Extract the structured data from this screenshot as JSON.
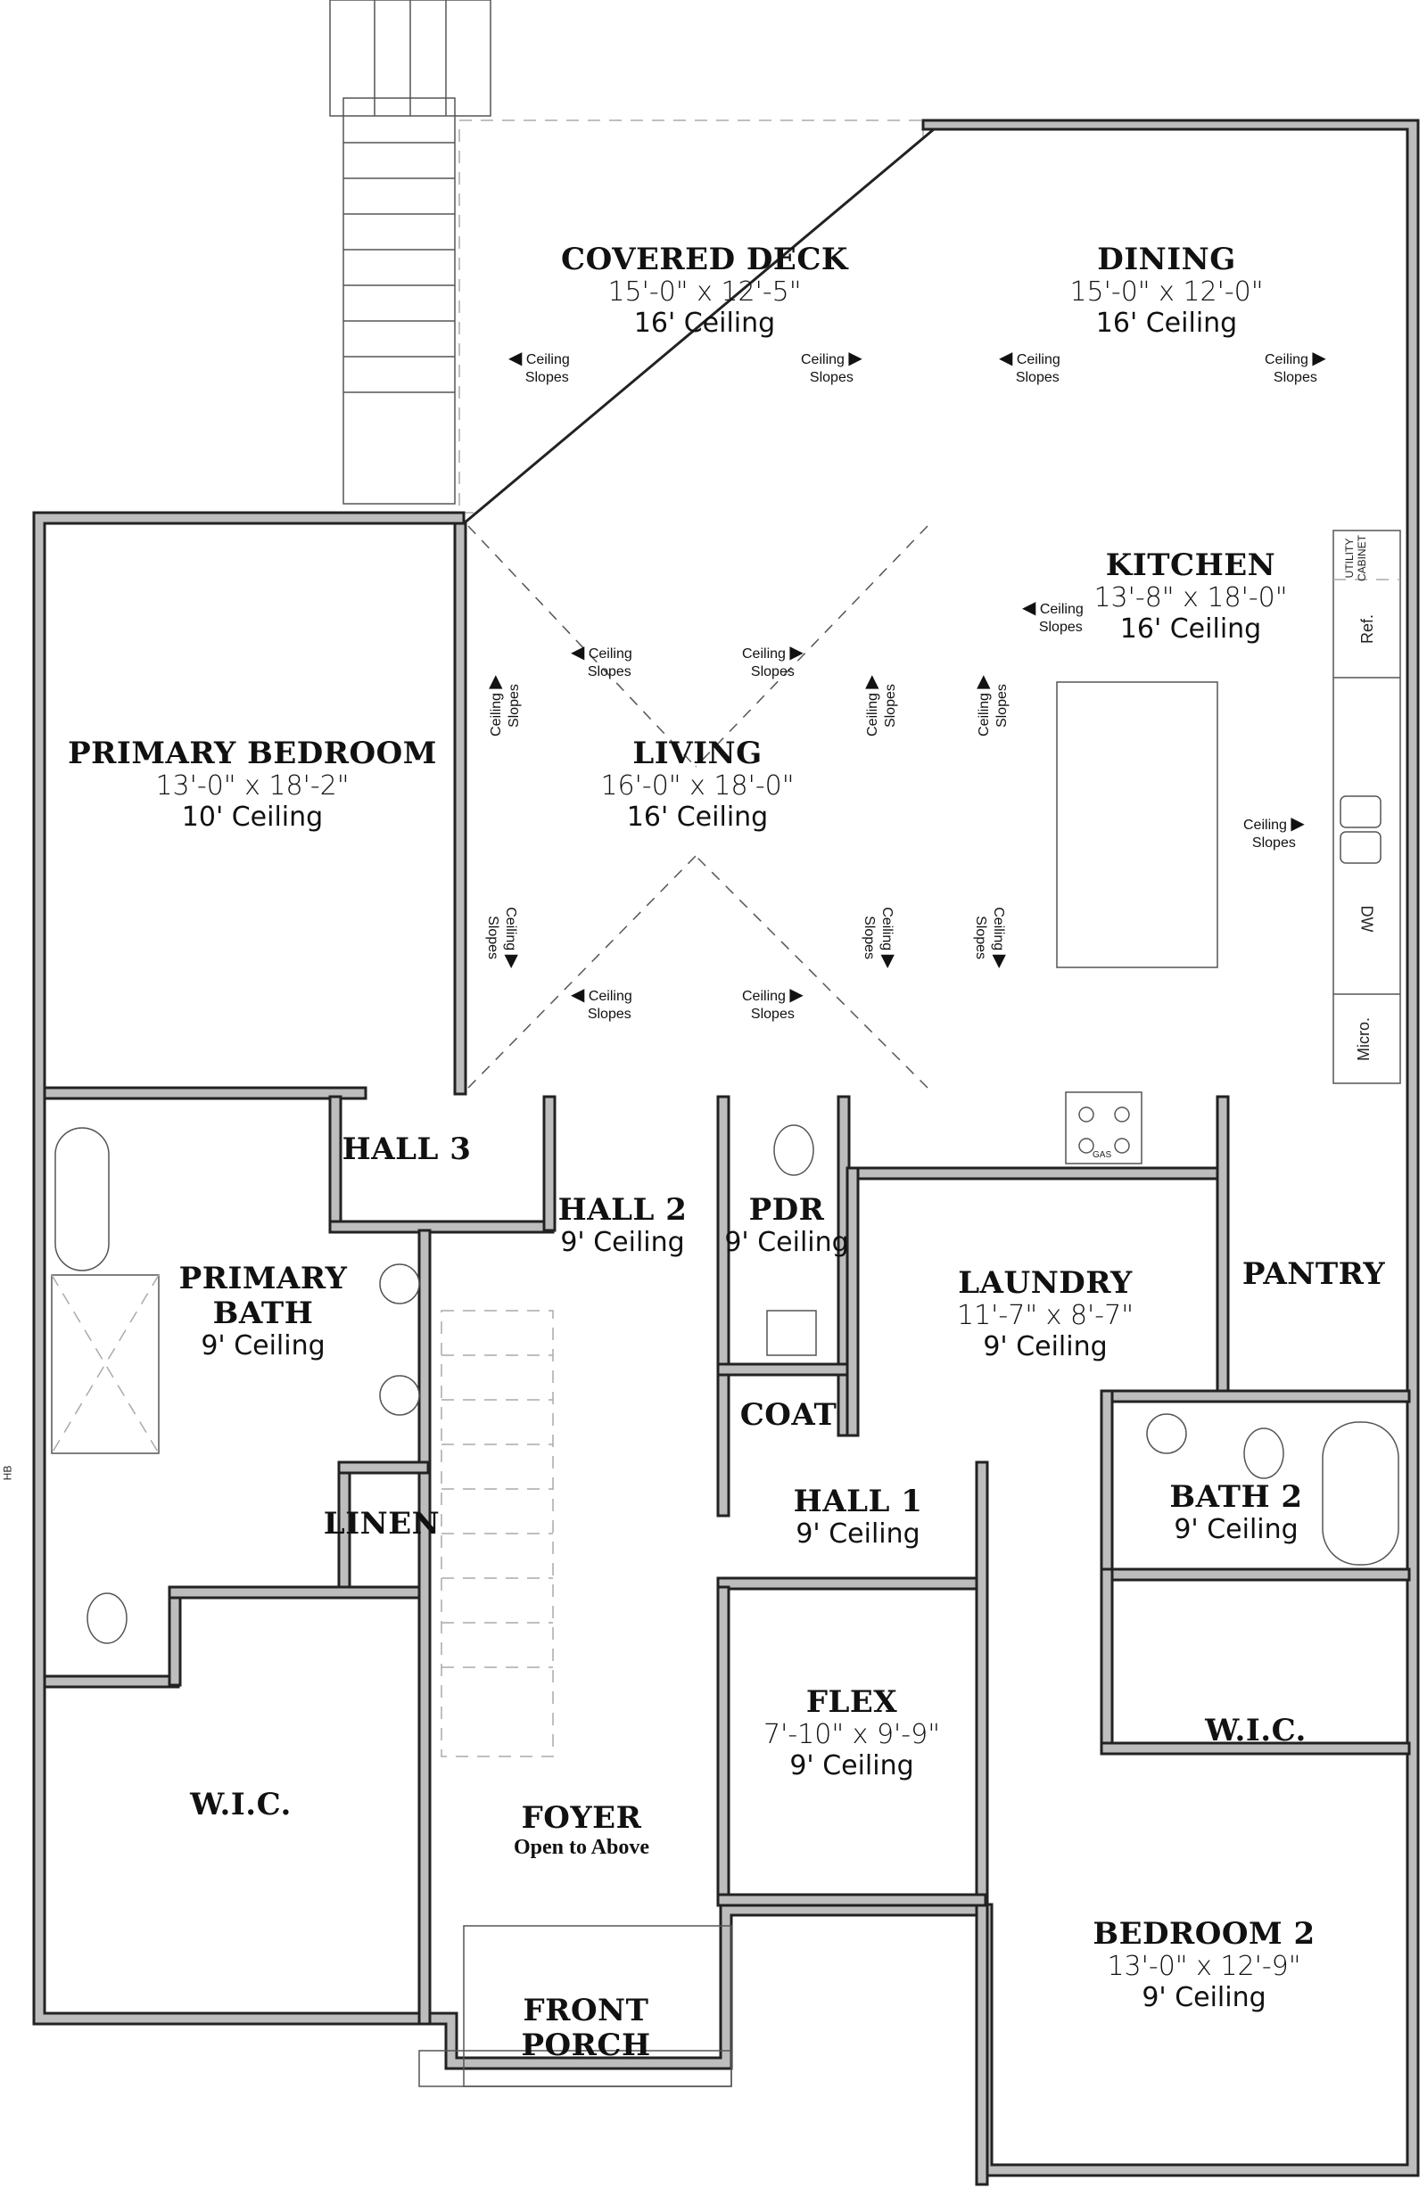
{
  "plan": {
    "rooms": [
      {
        "id": "covered-deck",
        "name": "COVERED DECK",
        "dims": "15'-0\" x 12'-5\"",
        "ceiling": "16' Ceiling"
      },
      {
        "id": "dining",
        "name": "DINING",
        "dims": "15'-0\" x 12'-0\"",
        "ceiling": "16' Ceiling"
      },
      {
        "id": "kitchen",
        "name": "KITCHEN",
        "dims": "13'-8\" x 18'-0\"",
        "ceiling": "16' Ceiling"
      },
      {
        "id": "primary-bedroom",
        "name": "PRIMARY BEDROOM",
        "dims": "13'-0\" x 18'-2\"",
        "ceiling": "10' Ceiling"
      },
      {
        "id": "living",
        "name": "LIVING",
        "dims": "16'-0\" x 18'-0\"",
        "ceiling": "16' Ceiling"
      },
      {
        "id": "hall-3",
        "name": "HALL 3"
      },
      {
        "id": "hall-2",
        "name": "HALL 2",
        "ceiling": "9' Ceiling"
      },
      {
        "id": "pdr",
        "name": "PDR",
        "ceiling": "9' Ceiling"
      },
      {
        "id": "laundry",
        "name": "LAUNDRY",
        "dims": "11'-7\" x 8'-7\"",
        "ceiling": "9' Ceiling"
      },
      {
        "id": "pantry",
        "name": "PANTRY"
      },
      {
        "id": "primary-bath",
        "name": "PRIMARY BATH",
        "name_line1": "PRIMARY",
        "name_line2": "BATH",
        "ceiling": "9' Ceiling"
      },
      {
        "id": "coat",
        "name": "COAT"
      },
      {
        "id": "hall-1",
        "name": "HALL 1",
        "ceiling": "9' Ceiling"
      },
      {
        "id": "bath-2",
        "name": "BATH 2",
        "ceiling": "9' Ceiling"
      },
      {
        "id": "linen",
        "name": "LINEN"
      },
      {
        "id": "wic-primary",
        "name": "W.I.C."
      },
      {
        "id": "wic-bedroom2",
        "name": "W.I.C."
      },
      {
        "id": "flex",
        "name": "FLEX",
        "dims": "7'-10\" x 9'-9\"",
        "ceiling": "9' Ceiling"
      },
      {
        "id": "foyer",
        "name": "FOYER",
        "note": "Open to Above"
      },
      {
        "id": "bedroom-2",
        "name": "BEDROOM 2",
        "dims": "13'-0\" x 12'-9\"",
        "ceiling": "9' Ceiling"
      },
      {
        "id": "front-porch",
        "name": "FRONT PORCH",
        "name_line1": "FRONT",
        "name_line2": "PORCH"
      }
    ],
    "annotations": {
      "ceiling_slopes_line1": "Ceiling",
      "ceiling_slopes_line2": "Slopes",
      "arrow_left": "◀",
      "arrow_right": "▶",
      "arrow_up": "▲",
      "arrow_down": "▼"
    },
    "fixtures": {
      "utility_cabinet": "UTILITY CABINET",
      "refrigerator": "Ref.",
      "dishwasher": "DW",
      "microwave": "Micro.",
      "gas": "GAS",
      "hose_bib": "HB"
    },
    "colors": {
      "wall_fill": "#bdbdbd",
      "wall_stroke": "#222222",
      "line": "#555555",
      "dashed": "#aaaaaa"
    }
  }
}
